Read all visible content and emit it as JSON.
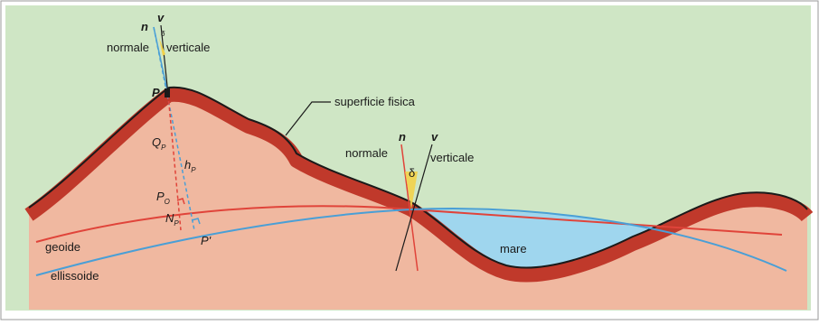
{
  "labels": {
    "normale_left": "normale",
    "verticale_left": "verticale",
    "n_left": "n",
    "v_left": "v",
    "delta_left": "δ",
    "point_p": "P",
    "superficie_fisica": "superficie fisica",
    "q": "Q",
    "q_sub": "P",
    "h": "h",
    "h_sub": "P",
    "p_o": "P",
    "p_o_sub": "O",
    "n_p": "N",
    "n_p_sub": "P",
    "p_prime": "P'",
    "geoide": "geoide",
    "ellissoide": "ellissoide",
    "normale_right": "normale",
    "verticale_right": "verticale",
    "n_right": "n",
    "v_right": "v",
    "delta_right": "δ",
    "mare": "mare"
  },
  "colors": {
    "background": "#cfe6c5",
    "terrain_fill": "#f0b8a0",
    "crust": "#c0392b",
    "outline": "#1a1a1a",
    "geoid": "#e0443a",
    "ellipsoid": "#4a9fd6",
    "sea": "#9fd6ee",
    "delta_wedge": "#f2d24a"
  }
}
